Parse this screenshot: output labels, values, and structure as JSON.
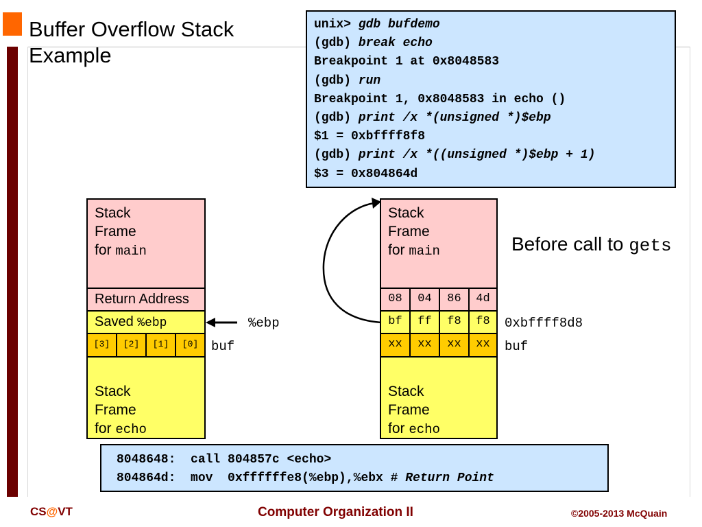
{
  "title": "Buffer Overflow Stack Example",
  "gdb": {
    "lines": [
      {
        "prefix": "unix> ",
        "cmd": "gdb bufdemo"
      },
      {
        "prefix": "(gdb) ",
        "cmd": "break echo"
      },
      {
        "prefix": "Breakpoint 1 at 0x8048583",
        "cmd": ""
      },
      {
        "prefix": "(gdb) ",
        "cmd": "run"
      },
      {
        "prefix": "Breakpoint 1, 0x8048583 in echo ()",
        "cmd": ""
      },
      {
        "prefix": "(gdb) ",
        "cmd": "print /x *(unsigned *)$ebp"
      },
      {
        "prefix": "$1 = 0xbffff8f8",
        "cmd": ""
      },
      {
        "prefix": "(gdb) ",
        "cmd": "print /x *((unsigned *)$ebp + 1)"
      },
      {
        "prefix": "$3 = 0x804864d",
        "cmd": ""
      }
    ]
  },
  "left_stack": {
    "main_frame": {
      "line1": "Stack",
      "line2": "Frame",
      "for": "for ",
      "name": "main"
    },
    "return_address": "Return Address",
    "saved_ebp": {
      "text": "Saved ",
      "reg": "%ebp"
    },
    "buf_cells": [
      "[3]",
      "[2]",
      "[1]",
      "[0]"
    ],
    "echo_frame": {
      "line1": "Stack",
      "line2": "Frame",
      "for": "for ",
      "name": "echo"
    },
    "ebp_label": "%ebp",
    "buf_label": "buf"
  },
  "right_stack": {
    "main_frame": {
      "line1": "Stack",
      "line2": "Frame",
      "for": "for ",
      "name": "main"
    },
    "return_bytes": [
      "08",
      "04",
      "86",
      "4d"
    ],
    "ebp_bytes": [
      "bf",
      "ff",
      "f8",
      "f8"
    ],
    "buf_bytes": [
      "xx",
      "xx",
      "xx",
      "xx"
    ],
    "echo_frame": {
      "line1": "Stack",
      "line2": "Frame",
      "for": "for ",
      "name": "echo"
    },
    "ebp_addr_label": "0xbffff8d8",
    "buf_label": "buf"
  },
  "before_call": {
    "text": "Before call to ",
    "fn": "gets"
  },
  "code": {
    "line1": "8048648:  call 804857c <echo>",
    "line2_main": "804864d:  mov  0xffffffe8(%ebp),%ebx # ",
    "line2_comment": "Return Point"
  },
  "footer": {
    "left_a": "CS",
    "left_at": "@",
    "left_b": "VT",
    "center": "Computer Organization II",
    "right": "©2005-2013 McQuain"
  },
  "colors": {
    "accent": "#ff6600",
    "dark_red": "#6b0000",
    "footer_text": "#800000",
    "code_box": "#cce6ff",
    "frame_pink": "#ffcccc",
    "frame_yellow": "#ffff66",
    "buf_orange": "#ffcc00"
  }
}
